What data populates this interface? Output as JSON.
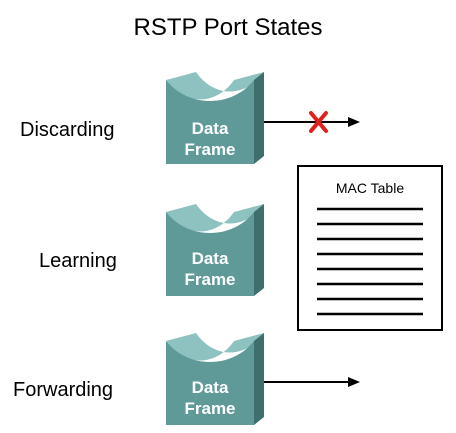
{
  "diagram": {
    "title": "RSTP Port States",
    "states": [
      {
        "label": "Discarding",
        "frame_line1": "Data",
        "frame_line2": "Frame",
        "arrow": true,
        "blocked": true
      },
      {
        "label": "Learning",
        "frame_line1": "Data",
        "frame_line2": "Frame",
        "arrow": false,
        "blocked": false
      },
      {
        "label": "Forwarding",
        "frame_line1": "Data",
        "frame_line2": "Frame",
        "arrow": true,
        "blocked": false
      }
    ],
    "mac_table": {
      "title": "MAC Table",
      "line_count": 8
    },
    "colors": {
      "frame_front": "#5f9a98",
      "frame_top": "#8ec2c1",
      "frame_side": "#3e6f6d",
      "blocked_x": "#e0201a",
      "arrow": "#000000"
    }
  }
}
